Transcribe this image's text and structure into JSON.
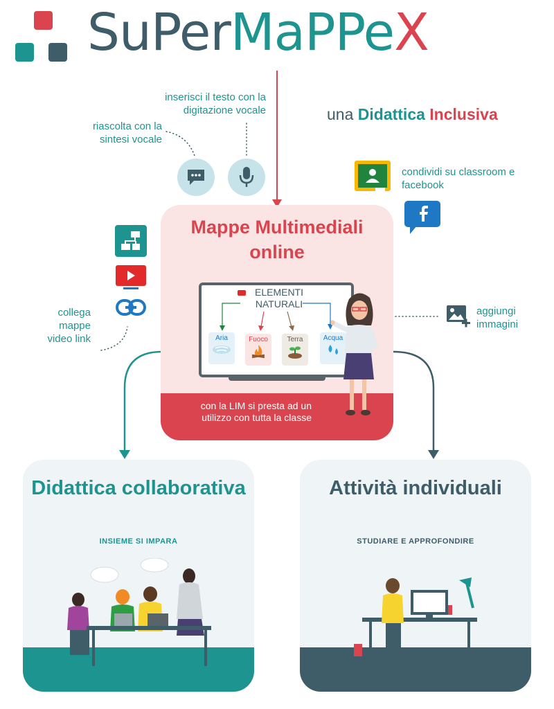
{
  "logo": {
    "part1": "SuPer",
    "part2": "MaPPe",
    "part3": "X"
  },
  "tagline": {
    "part1": "una ",
    "part2": "Didattica",
    "part3": " Inclusiva"
  },
  "notes": {
    "voice_input": "inserisci il testo con la digitazione vocale",
    "voice_output": "riascolta con la sintesi vocale",
    "share": "condividi su classroom e facebook",
    "link": "collega mappe video link",
    "add_images": "aggiungi immagini"
  },
  "central": {
    "title": "Mappe Multimediali online",
    "board_title": "ELEMENTI NATURALI",
    "elements": [
      "Aria",
      "Fuoco",
      "Terra",
      "Acqua"
    ],
    "footer": "con la LIM si presta ad un utilizzo con tutta la classe"
  },
  "collaborative": {
    "title": "Didattica collaborativa",
    "subtitle": "INSIEME SI IMPARA"
  },
  "individual": {
    "title": "Attività individuali",
    "subtitle": "STUDIARE E APPROFONDIRE"
  },
  "colors": {
    "teal": "#1d9490",
    "slate": "#3e5d68",
    "red": "#d9444e",
    "light_blue": "#c6e3e9",
    "pink_card": "#fbe5e4"
  },
  "icons": [
    "chat-icon",
    "microphone-icon",
    "google-classroom-icon",
    "facebook-icon",
    "mind-map-icon",
    "youtube-icon",
    "link-icon",
    "add-image-icon"
  ]
}
